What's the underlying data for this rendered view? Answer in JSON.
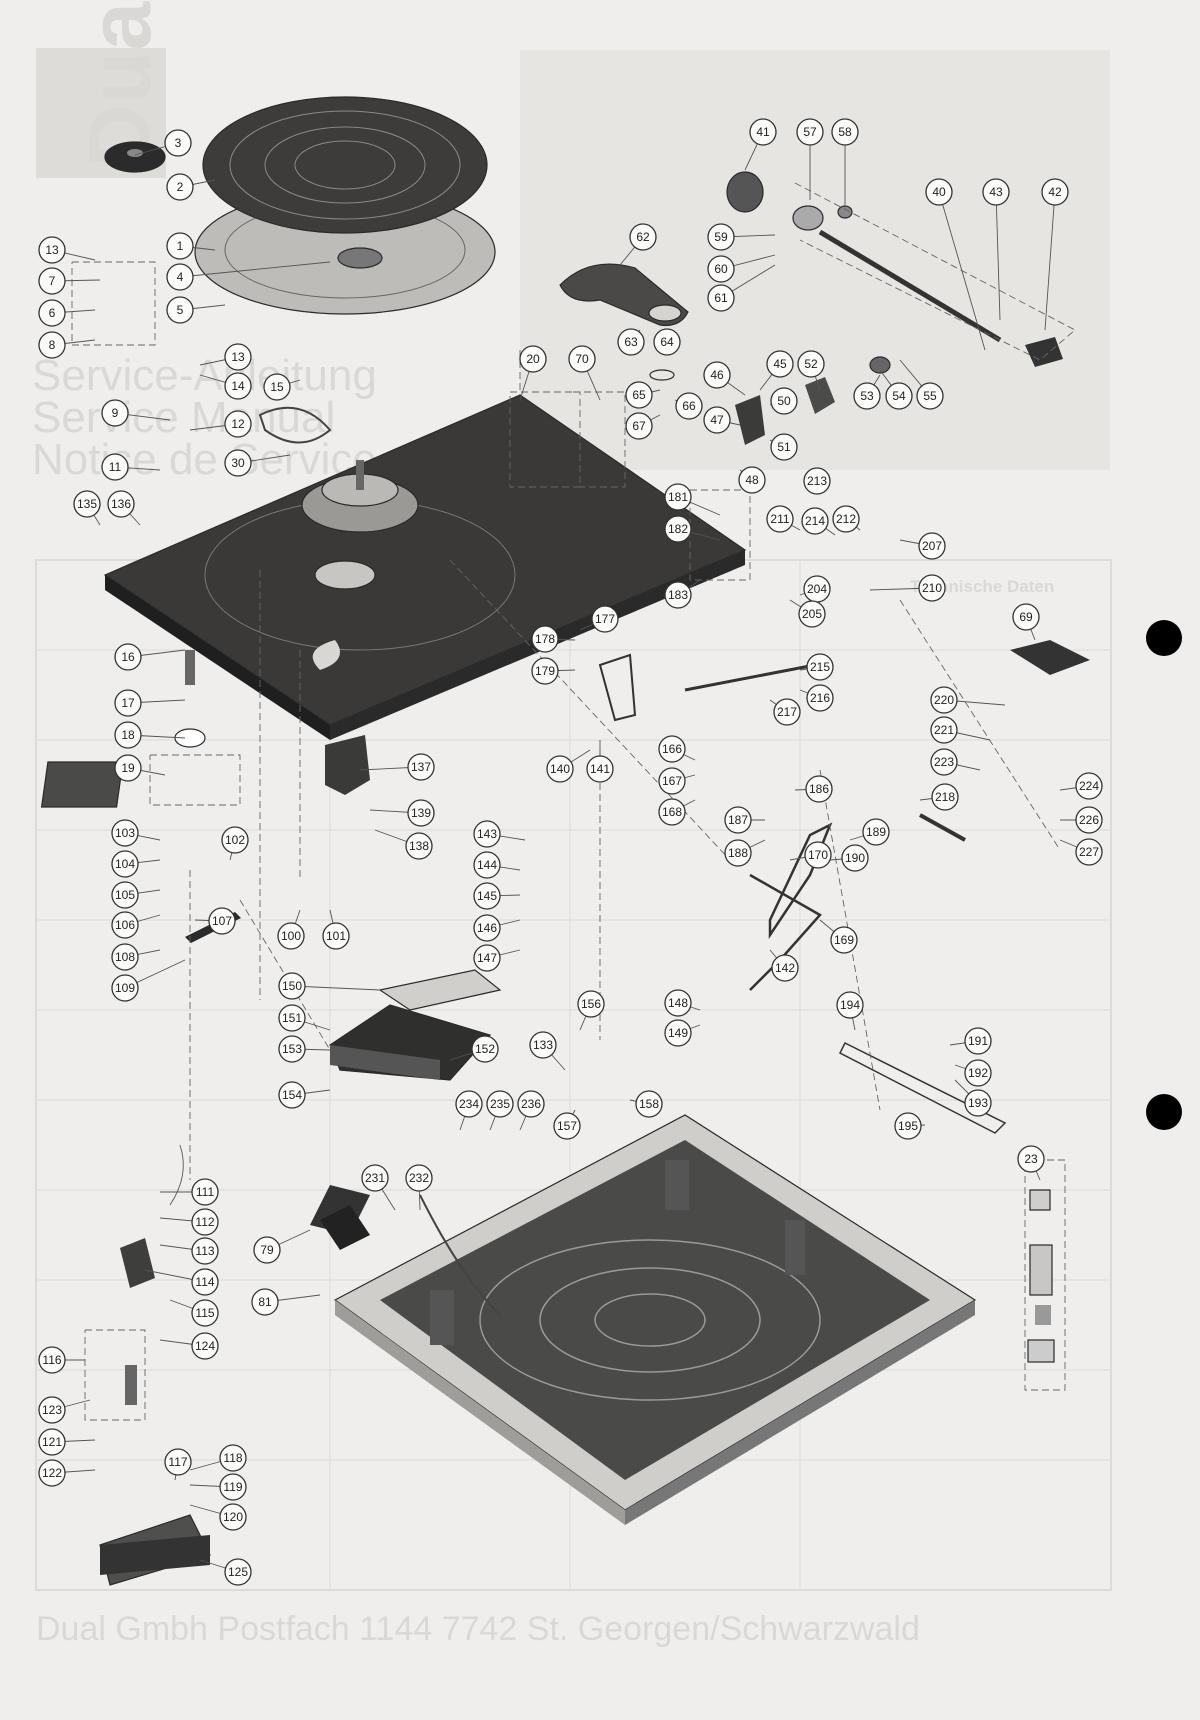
{
  "page": {
    "brand": "Dual",
    "ghost_headings": [
      "Service-Anleitung",
      "Service Manual",
      "Notice de Service"
    ],
    "ghost_footer": "Dual Gmbh  Postfach 1144  7742 St. Georgen/Schwarzwald",
    "ghost_panel_title": "Technische Daten"
  },
  "callouts": [
    {
      "n": "1"
    },
    {
      "n": "2"
    },
    {
      "n": "3"
    },
    {
      "n": "4"
    },
    {
      "n": "5"
    },
    {
      "n": "6"
    },
    {
      "n": "7"
    },
    {
      "n": "8"
    },
    {
      "n": "9"
    },
    {
      "n": "11"
    },
    {
      "n": "12"
    },
    {
      "n": "13"
    },
    {
      "n": "13"
    },
    {
      "n": "14"
    },
    {
      "n": "15"
    },
    {
      "n": "16"
    },
    {
      "n": "17"
    },
    {
      "n": "18"
    },
    {
      "n": "19"
    },
    {
      "n": "20"
    },
    {
      "n": "23"
    },
    {
      "n": "30"
    },
    {
      "n": "40"
    },
    {
      "n": "41"
    },
    {
      "n": "42"
    },
    {
      "n": "43"
    },
    {
      "n": "45"
    },
    {
      "n": "46"
    },
    {
      "n": "47"
    },
    {
      "n": "48"
    },
    {
      "n": "50"
    },
    {
      "n": "51"
    },
    {
      "n": "52"
    },
    {
      "n": "53"
    },
    {
      "n": "54"
    },
    {
      "n": "55"
    },
    {
      "n": "57"
    },
    {
      "n": "58"
    },
    {
      "n": "59"
    },
    {
      "n": "60"
    },
    {
      "n": "61"
    },
    {
      "n": "62"
    },
    {
      "n": "63"
    },
    {
      "n": "64"
    },
    {
      "n": "65"
    },
    {
      "n": "66"
    },
    {
      "n": "67"
    },
    {
      "n": "69"
    },
    {
      "n": "70"
    },
    {
      "n": "79"
    },
    {
      "n": "81"
    },
    {
      "n": "100"
    },
    {
      "n": "101"
    },
    {
      "n": "102"
    },
    {
      "n": "103"
    },
    {
      "n": "104"
    },
    {
      "n": "105"
    },
    {
      "n": "106"
    },
    {
      "n": "107"
    },
    {
      "n": "108"
    },
    {
      "n": "109"
    },
    {
      "n": "111"
    },
    {
      "n": "112"
    },
    {
      "n": "113"
    },
    {
      "n": "114"
    },
    {
      "n": "115"
    },
    {
      "n": "116"
    },
    {
      "n": "117"
    },
    {
      "n": "118"
    },
    {
      "n": "119"
    },
    {
      "n": "120"
    },
    {
      "n": "121"
    },
    {
      "n": "122"
    },
    {
      "n": "123"
    },
    {
      "n": "124"
    },
    {
      "n": "125"
    },
    {
      "n": "133"
    },
    {
      "n": "135"
    },
    {
      "n": "136"
    },
    {
      "n": "137"
    },
    {
      "n": "138"
    },
    {
      "n": "139"
    },
    {
      "n": "140"
    },
    {
      "n": "141"
    },
    {
      "n": "142"
    },
    {
      "n": "143"
    },
    {
      "n": "144"
    },
    {
      "n": "145"
    },
    {
      "n": "146"
    },
    {
      "n": "147"
    },
    {
      "n": "148"
    },
    {
      "n": "149"
    },
    {
      "n": "150"
    },
    {
      "n": "151"
    },
    {
      "n": "152"
    },
    {
      "n": "153"
    },
    {
      "n": "154"
    },
    {
      "n": "156"
    },
    {
      "n": "157"
    },
    {
      "n": "158"
    },
    {
      "n": "166"
    },
    {
      "n": "167"
    },
    {
      "n": "168"
    },
    {
      "n": "169"
    },
    {
      "n": "170"
    },
    {
      "n": "177"
    },
    {
      "n": "178"
    },
    {
      "n": "179"
    },
    {
      "n": "181"
    },
    {
      "n": "182"
    },
    {
      "n": "183"
    },
    {
      "n": "186"
    },
    {
      "n": "187"
    },
    {
      "n": "188"
    },
    {
      "n": "189"
    },
    {
      "n": "190"
    },
    {
      "n": "191"
    },
    {
      "n": "192"
    },
    {
      "n": "193"
    },
    {
      "n": "194"
    },
    {
      "n": "195"
    },
    {
      "n": "204"
    },
    {
      "n": "205"
    },
    {
      "n": "207"
    },
    {
      "n": "210"
    },
    {
      "n": "211"
    },
    {
      "n": "212"
    },
    {
      "n": "213"
    },
    {
      "n": "214"
    },
    {
      "n": "215"
    },
    {
      "n": "216"
    },
    {
      "n": "217"
    },
    {
      "n": "218"
    },
    {
      "n": "220"
    },
    {
      "n": "221"
    },
    {
      "n": "223"
    },
    {
      "n": "224"
    },
    {
      "n": "226"
    },
    {
      "n": "227"
    },
    {
      "n": "231"
    },
    {
      "n": "232"
    },
    {
      "n": "234"
    },
    {
      "n": "235"
    },
    {
      "n": "236"
    }
  ]
}
